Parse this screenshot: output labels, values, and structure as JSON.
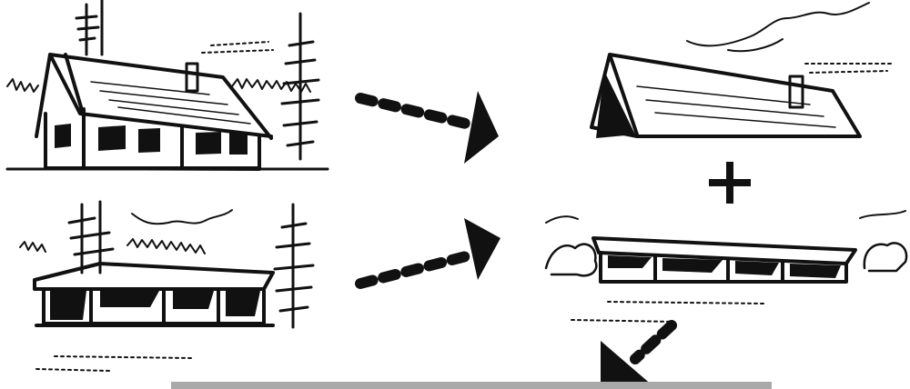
{
  "diagram": {
    "description_free": true,
    "colors": {
      "ink": "#111111",
      "paper": "#ffffff",
      "footer_bar": "#a9a9a9"
    },
    "panels": [
      {
        "id": "gable-house",
        "icon": "gable-roof-cabin-sketch"
      },
      {
        "id": "flat-house",
        "icon": "flat-roof-pavilion-sketch"
      },
      {
        "id": "roof-part",
        "icon": "roof-only-sketch"
      },
      {
        "id": "pavilion-part",
        "icon": "pavilion-only-sketch"
      }
    ],
    "connectors": [
      {
        "from": "gable-house",
        "to": "roof-part",
        "style": "dotted-arrow"
      },
      {
        "from": "flat-house",
        "to": "pavilion-part",
        "style": "dotted-arrow"
      },
      {
        "from": "pavilion-part",
        "to": "footer",
        "style": "dotted-arrow"
      }
    ],
    "operator": "+"
  }
}
